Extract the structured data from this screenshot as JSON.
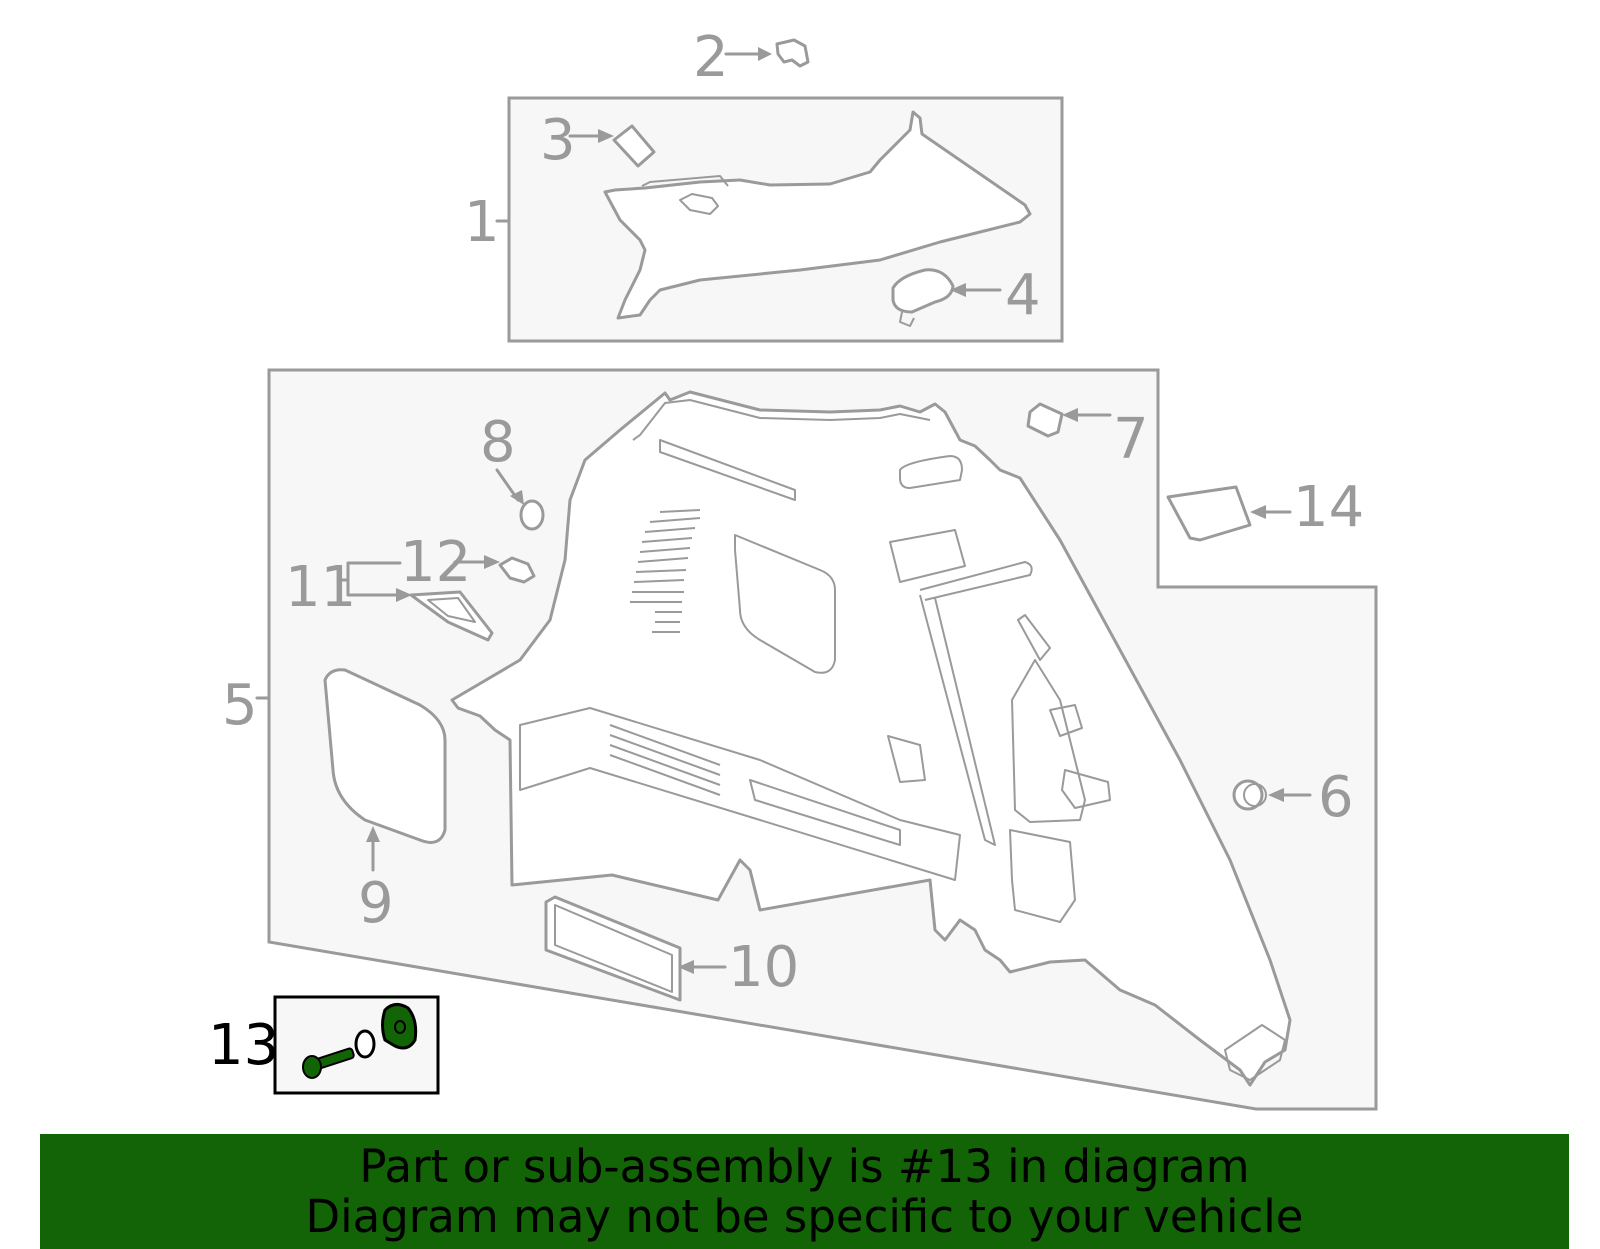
{
  "diagram": {
    "title": "Quarter trim panel assembly parts diagram",
    "highlight_color": "#126406",
    "line_color": "#9a9a9a",
    "callouts": [
      {
        "id": "1",
        "label": "1",
        "description": "Upper quarter trim panel (boxed group)"
      },
      {
        "id": "2",
        "label": "2",
        "description": "Clip"
      },
      {
        "id": "3",
        "label": "3",
        "description": "Clip"
      },
      {
        "id": "4",
        "label": "4",
        "description": "Cover"
      },
      {
        "id": "5",
        "label": "5",
        "description": "Lower quarter trim panel (boxed group)"
      },
      {
        "id": "6",
        "label": "6",
        "description": "Push pin retainer"
      },
      {
        "id": "7",
        "label": "7",
        "description": "Clip"
      },
      {
        "id": "8",
        "label": "8",
        "description": "Grommet"
      },
      {
        "id": "9",
        "label": "9",
        "description": "Access cover"
      },
      {
        "id": "10",
        "label": "10",
        "description": "Cover"
      },
      {
        "id": "11",
        "label": "11",
        "description": "Bezel"
      },
      {
        "id": "12",
        "label": "12",
        "description": "Clip"
      },
      {
        "id": "13",
        "label": "13",
        "description": "Bolt, washer and mount (highlighted)",
        "highlighted": true
      },
      {
        "id": "14",
        "label": "14",
        "description": "Cover"
      }
    ]
  },
  "banner": {
    "line1": "Part or sub-assembly is #13 in diagram",
    "line2": "Diagram may not be specific to your vehicle",
    "background": "#126406"
  }
}
